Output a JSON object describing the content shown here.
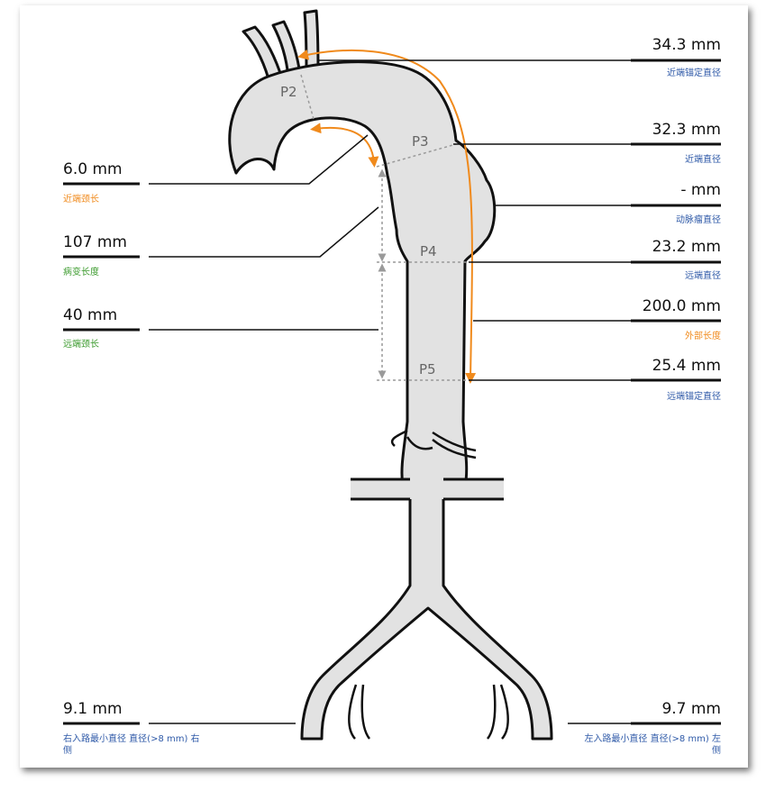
{
  "measurements": {
    "proximal_seal_diameter": {
      "value": "34.3 mm",
      "label": "近端锚定直径"
    },
    "proximal_diameter": {
      "value": "32.3 mm",
      "label": "近端直径"
    },
    "aneurysm_diameter": {
      "value": "- mm",
      "label": "动脉瘤直径"
    },
    "distal_diameter": {
      "value": "23.2 mm",
      "label": "远端直径"
    },
    "outer_length": {
      "value": "200.0 mm",
      "label": "外部长度"
    },
    "distal_seal_diameter": {
      "value": "25.4 mm",
      "label": "远端锚定直径"
    },
    "proximal_neck_length": {
      "value": "6.0 mm",
      "label": "近端颈长"
    },
    "lesion_length": {
      "value": "107 mm",
      "label": "病变长度"
    },
    "distal_neck_length": {
      "value": "40 mm",
      "label": "远端颈长"
    },
    "right_access_min_diameter": {
      "value": "9.1 mm",
      "label": "右入路最小直径 直径(>8 mm) 右侧"
    },
    "left_access_min_diameter": {
      "value": "9.7 mm",
      "label": "左入路最小直径 直径(>8 mm) 左侧"
    }
  },
  "points": {
    "p2": "P2",
    "p3": "P3",
    "p4": "P4",
    "p5": "P5"
  },
  "colors": {
    "vessel_fill": "#e2e2e2",
    "outline": "#111111",
    "orange": "#f08a1c",
    "blue": "#2f5aa8",
    "green": "#3a9a2c",
    "guide": "#9a9a9a"
  }
}
